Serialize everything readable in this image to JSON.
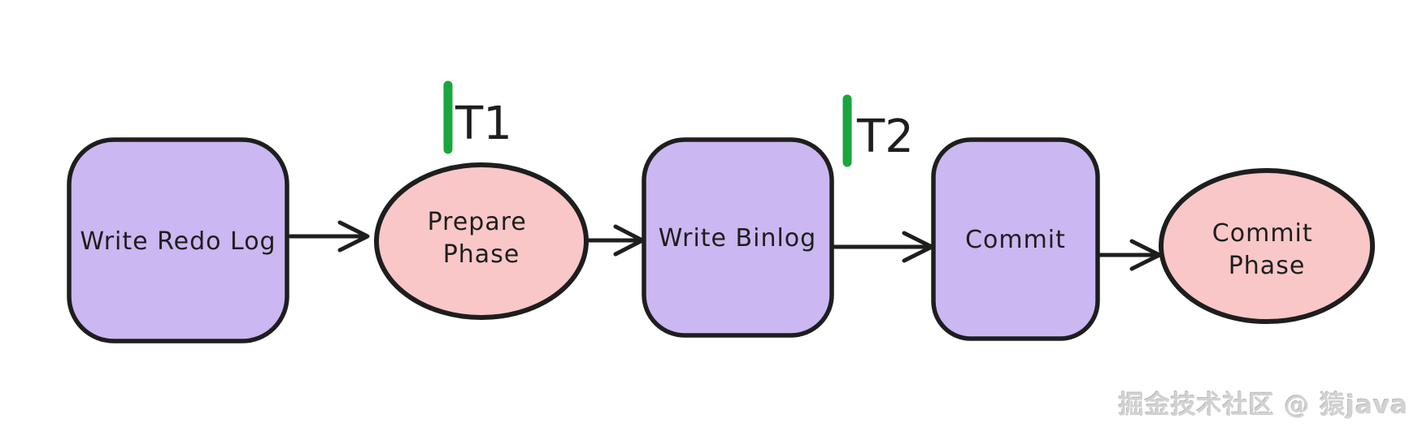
{
  "diagram": {
    "description": "Flowchart of write steps with two timestamp markers",
    "nodes": {
      "write_redo_log": {
        "label": "Write Redo Log",
        "shape": "rounded-rect"
      },
      "prepare_phase": {
        "line1": "Prepare",
        "line2": "Phase",
        "shape": "ellipse"
      },
      "write_binlog": {
        "label": "Write Binlog",
        "shape": "rounded-rect"
      },
      "commit": {
        "label": "Commit",
        "shape": "rounded-rect"
      },
      "commit_phase": {
        "line1": "Commit",
        "line2": "Phase",
        "shape": "ellipse"
      }
    },
    "edges": [
      {
        "from": "Write Redo Log",
        "to": "Prepare Phase"
      },
      {
        "from": "Prepare Phase",
        "to": "Write Binlog"
      },
      {
        "from": "Write Binlog",
        "to": "Commit"
      },
      {
        "from": "Commit",
        "to": "Commit Phase"
      }
    ],
    "markers": {
      "t1": {
        "label": "T1"
      },
      "t2": {
        "label": "T2"
      }
    }
  },
  "colors": {
    "purple_fill": "#cbb7f1",
    "pink_fill": "#f9c7c7",
    "stroke": "#1e1e1e",
    "marker_green": "#1aa63e",
    "watermark_gray": "#d2d2d2"
  },
  "watermark": {
    "text": "掘金技术社区 @ 猿java"
  }
}
